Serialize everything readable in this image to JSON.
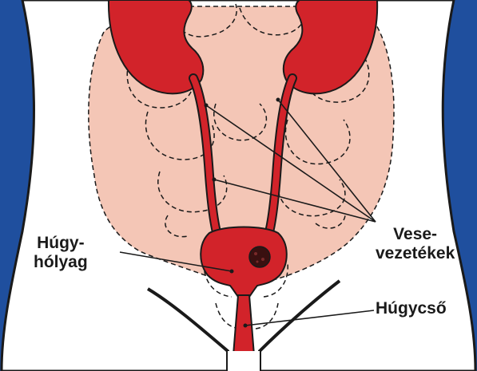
{
  "labels": {
    "bladder_line1": "Húgy-",
    "bladder_line2": "hólyag",
    "ureters_line1": "Vese-",
    "ureters_line2": "vezetékek",
    "urethra": "Húgycső"
  },
  "colors": {
    "background": "#1f4f9e",
    "body": "#ffffff",
    "abdomen": "#f4c6b6",
    "organ": "#d2232a",
    "outline": "#1a1a1a"
  }
}
